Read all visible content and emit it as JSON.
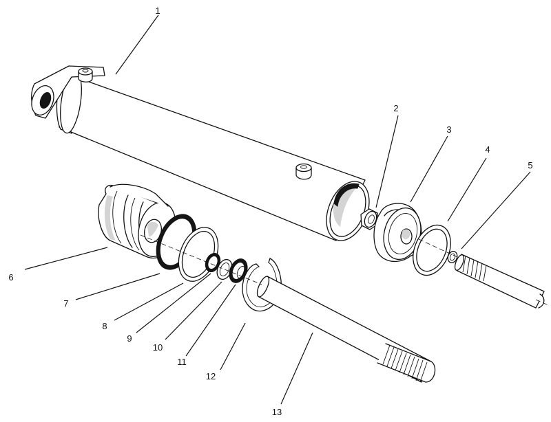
{
  "diagram": {
    "callouts": [
      {
        "id": "1",
        "label": "1"
      },
      {
        "id": "2",
        "label": "2"
      },
      {
        "id": "3",
        "label": "3"
      },
      {
        "id": "4",
        "label": "4"
      },
      {
        "id": "5",
        "label": "5"
      },
      {
        "id": "6",
        "label": "6"
      },
      {
        "id": "7",
        "label": "7"
      },
      {
        "id": "8",
        "label": "8"
      },
      {
        "id": "9",
        "label": "9"
      },
      {
        "id": "10",
        "label": "10"
      },
      {
        "id": "11",
        "label": "11"
      },
      {
        "id": "12",
        "label": "12"
      },
      {
        "id": "13",
        "label": "13"
      }
    ],
    "colors": {
      "line": "#111111",
      "background": "#ffffff",
      "fill_dark": "#151515",
      "shade": "#d4d4d4"
    }
  }
}
